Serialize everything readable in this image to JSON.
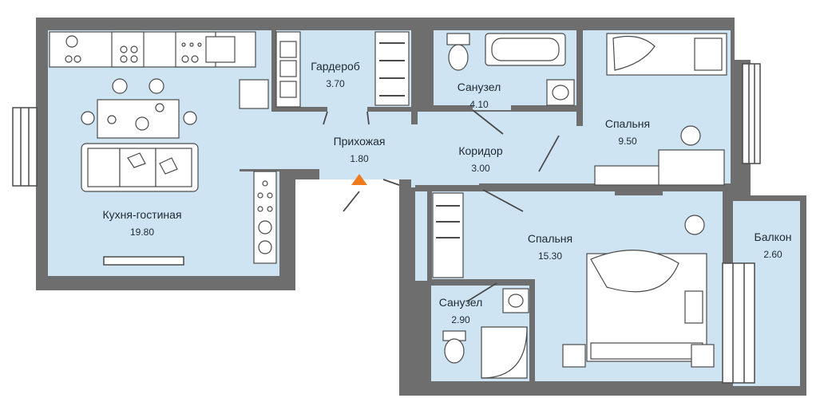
{
  "colors": {
    "floor": "#cfe4f2",
    "wall": "#6e6e6e",
    "furniture": "#ffffff",
    "line": "#4a4a4a",
    "entrance": "#f07b1d"
  },
  "rooms": [
    {
      "id": "kitchen",
      "name": "Кухня-гостиная",
      "area": "19.80"
    },
    {
      "id": "wardrobe",
      "name": "Гардероб",
      "area": "3.70"
    },
    {
      "id": "bath1",
      "name": "Санузел",
      "area": "4.10"
    },
    {
      "id": "bedroom1",
      "name": "Спальня",
      "area": "9.50"
    },
    {
      "id": "hall",
      "name": "Прихожая",
      "area": "1.80"
    },
    {
      "id": "corridor",
      "name": "Коридор",
      "area": "3.00"
    },
    {
      "id": "bedroom2",
      "name": "Спальня",
      "area": "15.30"
    },
    {
      "id": "balcony",
      "name": "Балкон",
      "area": "2.60"
    },
    {
      "id": "bath2",
      "name": "Санузел",
      "area": "2.90"
    }
  ],
  "icons": [
    "entrance-marker-icon",
    "window-icon",
    "door-icon",
    "toilet-icon",
    "bathtub-icon",
    "sink-icon",
    "shower-icon",
    "stove-icon",
    "bed-icon",
    "sofa-icon",
    "dining-table-icon",
    "washing-machine-icon"
  ]
}
